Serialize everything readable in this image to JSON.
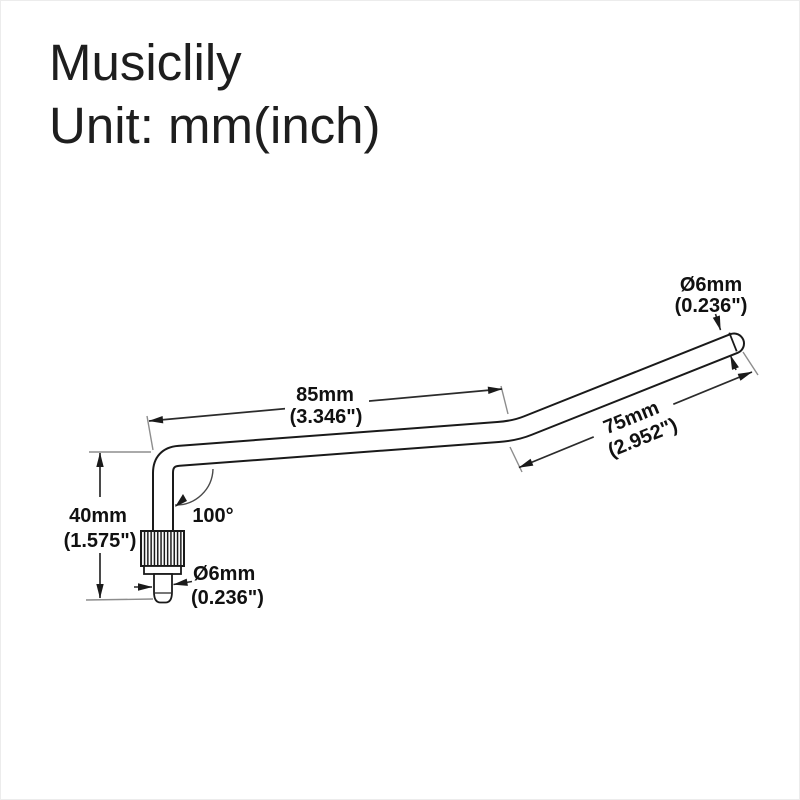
{
  "title": {
    "brand": "Musiclily",
    "unit": "Unit: mm(inch)"
  },
  "labels": {
    "tip_diameter": {
      "mm": "Ø6mm",
      "inch": "(0.236\")"
    },
    "length_main": {
      "mm": "85mm",
      "inch": "(3.346\")"
    },
    "length_end": {
      "mm": "75mm",
      "inch": "(2.952\")"
    },
    "height_post": {
      "mm": "40mm",
      "inch": "(1.575\")"
    },
    "thread_diameter": {
      "mm": "Ø6mm",
      "inch": "(0.236\")"
    },
    "bend_angle": "100°"
  },
  "colors": {
    "outline": "#1a1a1a",
    "dimension": "#2b2b2b",
    "extension": "#8d8d8d",
    "text": "#111111",
    "background": "#ffffff"
  }
}
